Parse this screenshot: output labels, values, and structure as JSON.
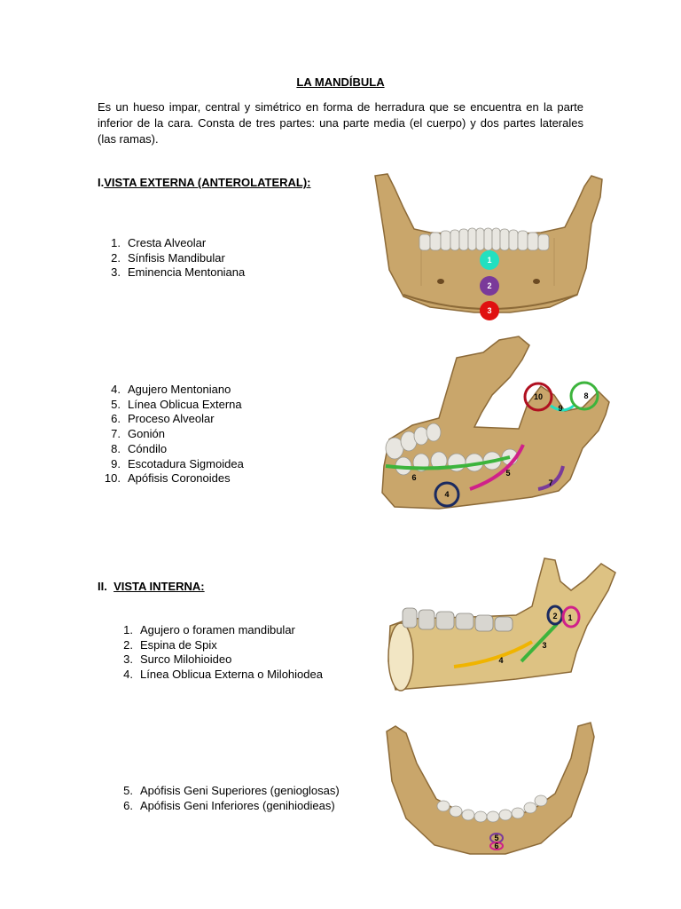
{
  "document": {
    "title": "LA MANDÍBULA",
    "intro": "Es un hueso impar, central y simétrico en forma de herradura que se encuentra en  la parte inferior de la cara. Consta de tres partes: una parte media (el cuerpo) y dos partes laterales (las ramas)."
  },
  "section1": {
    "prefix": "I.",
    "heading": "VISTA EXTERNA (ANTEROLATERAL):",
    "list_a": [
      {
        "num": "1.",
        "label": "Cresta Alveolar"
      },
      {
        "num": "2.",
        "label": "Sínfisis Mandibular"
      },
      {
        "num": "3.",
        "label": "Eminencia Mentoniana"
      }
    ],
    "list_b": [
      {
        "num": "4.",
        "label": "Agujero Mentoniano"
      },
      {
        "num": "5.",
        "label": "Línea Oblicua Externa"
      },
      {
        "num": "6.",
        "label": "Proceso Alveolar"
      },
      {
        "num": "7.",
        "label": "Gonión"
      },
      {
        "num": "8.",
        "label": "Cóndilo"
      },
      {
        "num": "9.",
        "label": "Escotadura Sigmoidea"
      },
      {
        "num": "10.",
        "label": "Apófisis Coronoides"
      }
    ]
  },
  "section2": {
    "prefix": "II.",
    "heading": "VISTA INTERNA:",
    "list_a": [
      {
        "num": "1.",
        "label": "Agujero o foramen mandibular"
      },
      {
        "num": "2.",
        "label": "Espina de Spix"
      },
      {
        "num": "3.",
        "label": "Surco Milohioideo"
      },
      {
        "num": "4.",
        "label": "Línea Oblicua Externa o Milohiodea"
      }
    ],
    "list_b": [
      {
        "num": "5.",
        "label": "Apófisis Geni Superiores (genioglosas)"
      },
      {
        "num": "6.",
        "label": "Apófisis Geni  Inferiores  (genihiodieas)"
      }
    ]
  },
  "figure_markers": {
    "fig1": [
      "1",
      "2",
      "3"
    ],
    "fig2": [
      "4",
      "5",
      "6",
      "7",
      "8",
      "9",
      "10"
    ],
    "fig3": [
      "1",
      "2",
      "3",
      "4"
    ],
    "fig4": [
      "5",
      "6"
    ]
  },
  "colors": {
    "bone": "#c9a66b",
    "bone_dark": "#8c6a38",
    "teeth": "#e8e6e0",
    "marker_cyan": "#22e0c0",
    "marker_purple": "#7a3a9a",
    "marker_red": "#e01010",
    "line_green": "#3cb43c",
    "line_magenta": "#d0208a",
    "line_yellow": "#f0b400"
  }
}
